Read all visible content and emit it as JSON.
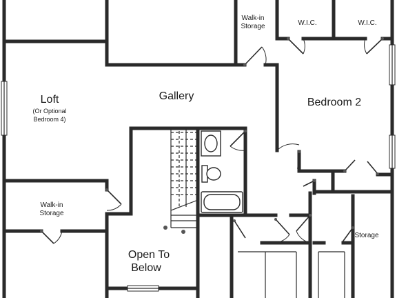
{
  "rooms": {
    "loft": {
      "name": "Loft",
      "note_line1": "(Or Optional",
      "note_line2": "Bedroom 4)"
    },
    "gallery": {
      "name": "Gallery"
    },
    "bedroom2": {
      "name": "Bedroom 2"
    },
    "open_to_below": {
      "line1": "Open To",
      "line2": "Below"
    },
    "walkin_storage_top": {
      "line1": "Walk-in",
      "line2": "Storage"
    },
    "walkin_storage_left": {
      "line1": "Walk-in",
      "line2": "Storage"
    },
    "wic_left": {
      "name": "W.I.C."
    },
    "wic_right": {
      "name": "W.I.C."
    },
    "storage_right": {
      "name": "Storage"
    }
  },
  "colors": {
    "wall": "#2a2a2a",
    "background": "#ffffff"
  }
}
